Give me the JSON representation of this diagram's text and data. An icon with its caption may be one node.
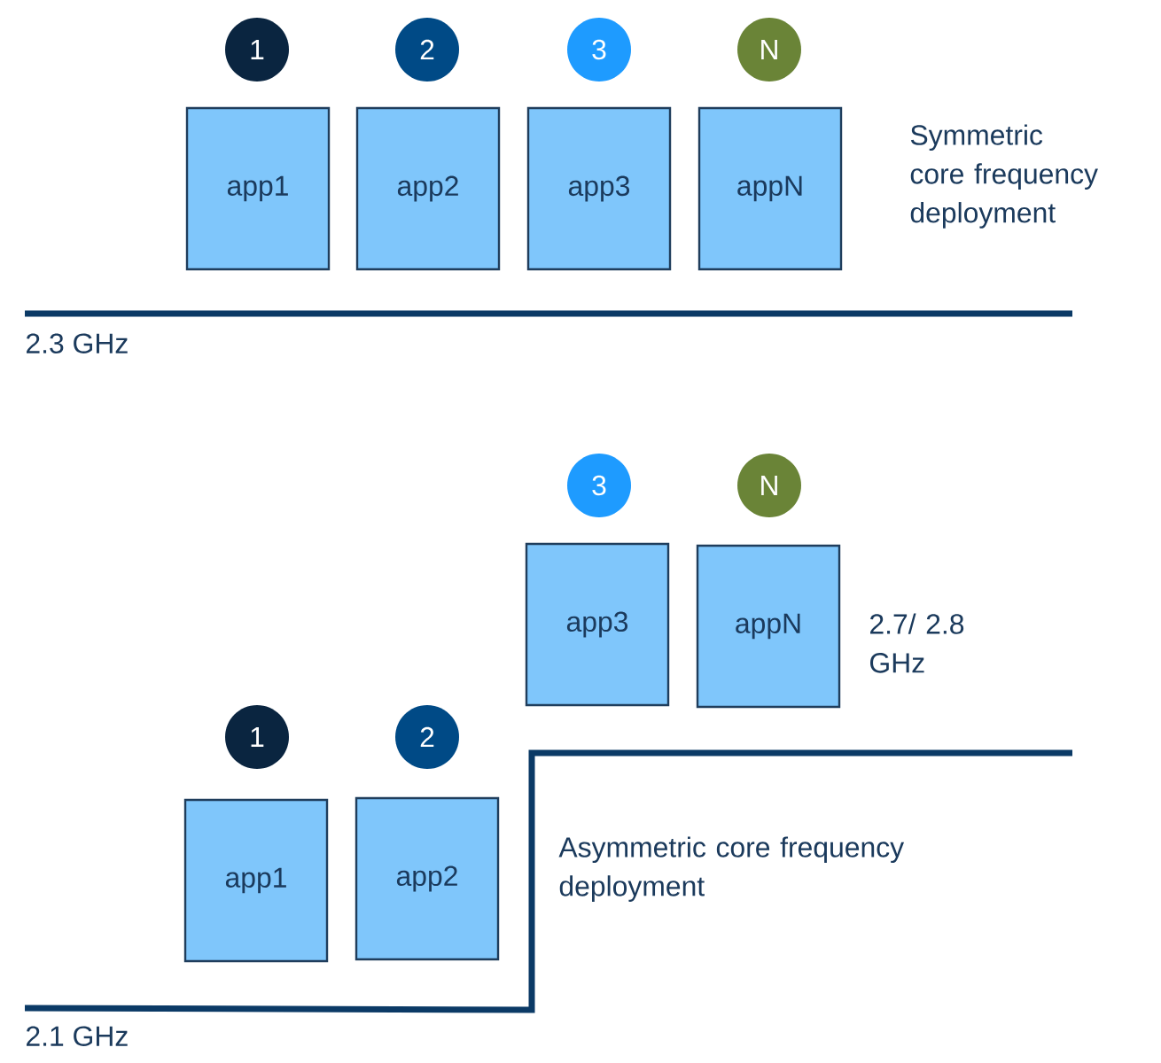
{
  "diagram": {
    "nodes": [
      {
        "text": [
          "1"
        ]
      },
      {
        "text": [
          "2"
        ]
      },
      {
        "text": [
          "3"
        ]
      },
      {
        "text": [
          "N"
        ]
      },
      {
        "text": [
          "app1"
        ]
      },
      {
        "text": [
          "app2"
        ]
      },
      {
        "text": [
          "app3"
        ]
      },
      {
        "text": [
          "appN"
        ]
      },
      {
        "text": [
          "3"
        ]
      },
      {
        "text": [
          "N"
        ]
      },
      {
        "text": [
          "app3"
        ]
      },
      {
        "text": [
          "appN"
        ]
      },
      {
        "text": [
          "1"
        ]
      },
      {
        "text": [
          "2"
        ]
      },
      {
        "text": [
          "app1"
        ]
      },
      {
        "text": [
          "app2"
        ]
      }
    ],
    "labels": [
      "Symmetric core frequency deployment",
      "2.3 GHz",
      "2.7/ 2.8 GHz",
      "Asymmetric core frequency deployment",
      "2.1 GHz"
    ]
  }
}
